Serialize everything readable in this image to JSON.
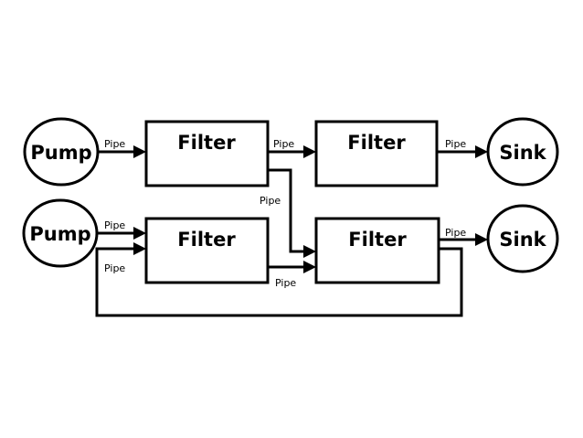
{
  "nodes": {
    "pump_top": "Pump",
    "pump_bottom": "Pump",
    "filter_top_left": "Filter",
    "filter_top_right": "Filter",
    "filter_bottom_left": "Filter",
    "filter_bottom_right": "Filter",
    "sink_top": "Sink",
    "sink_bottom": "Sink"
  },
  "pipes": {
    "pump_top_to_filter": "Pipe",
    "filter_to_filter_top": "Pipe",
    "filter_to_sink_top": "Pipe",
    "cross_down": "Pipe",
    "pump_bottom_to_filter": "Pipe",
    "feedback_to_filter": "Pipe",
    "filter_to_filter_bottom": "Pipe",
    "filter_to_sink_bottom": "Pipe"
  },
  "colors": {
    "stroke": "#000000",
    "background": "#ffffff"
  }
}
